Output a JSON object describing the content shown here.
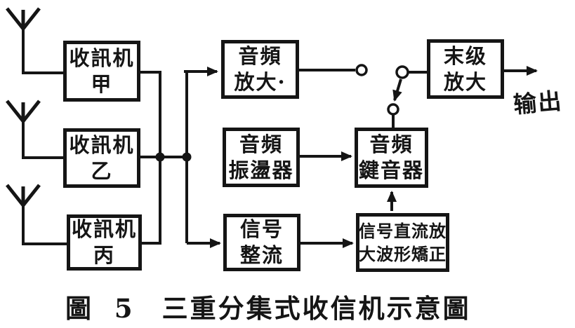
{
  "figure": {
    "caption": {
      "label": "圖 5",
      "title": "三重分集式收信机示意圖"
    },
    "output_label": "输出",
    "ink_color": "#151515",
    "paper_color": "#ffffff"
  },
  "blocks": {
    "receiver_a": {
      "line1": "收訊机",
      "line2": "甲"
    },
    "receiver_b": {
      "line1": "收訊机",
      "line2": "乙"
    },
    "receiver_c": {
      "line1": "收訊机",
      "line2": "丙"
    },
    "af_amplifier": {
      "line1": "音頻",
      "line2": "放大·"
    },
    "af_oscillator": {
      "line1": "音頻",
      "line2": "振盪器"
    },
    "signal_rectifier": {
      "line1": "信号",
      "line2": "整流"
    },
    "af_keyer": {
      "line1": "音頻",
      "line2": "鍵音器"
    },
    "signal_dc_amp_waveform_corrector": {
      "line1": "信号直流放",
      "line2": "大波形矯正"
    },
    "final_amplifier": {
      "line1": "末级",
      "line2": "放大"
    }
  }
}
